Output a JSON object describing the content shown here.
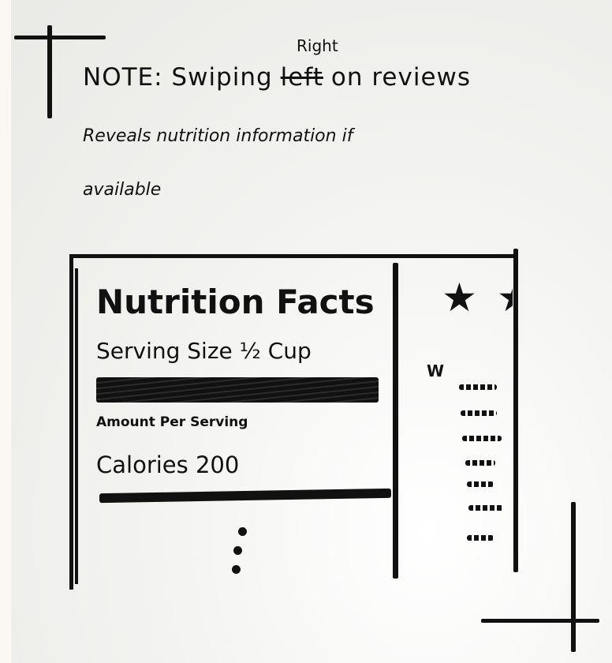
{
  "note": {
    "line1_before": "NOTE: Swiping",
    "line1_struck": "left",
    "line1_after": "on reviews",
    "inserted_word": "Right",
    "line2": "Reveals nutrition information if",
    "line3": "available"
  },
  "nutrition": {
    "title": "Nutrition Facts",
    "serving_size": "Serving Size ½ Cup",
    "amount_per_serving": "Amount Per Serving",
    "calories": "Calories 200"
  },
  "review": {
    "star_glyph": "★",
    "author_initial": "W"
  }
}
